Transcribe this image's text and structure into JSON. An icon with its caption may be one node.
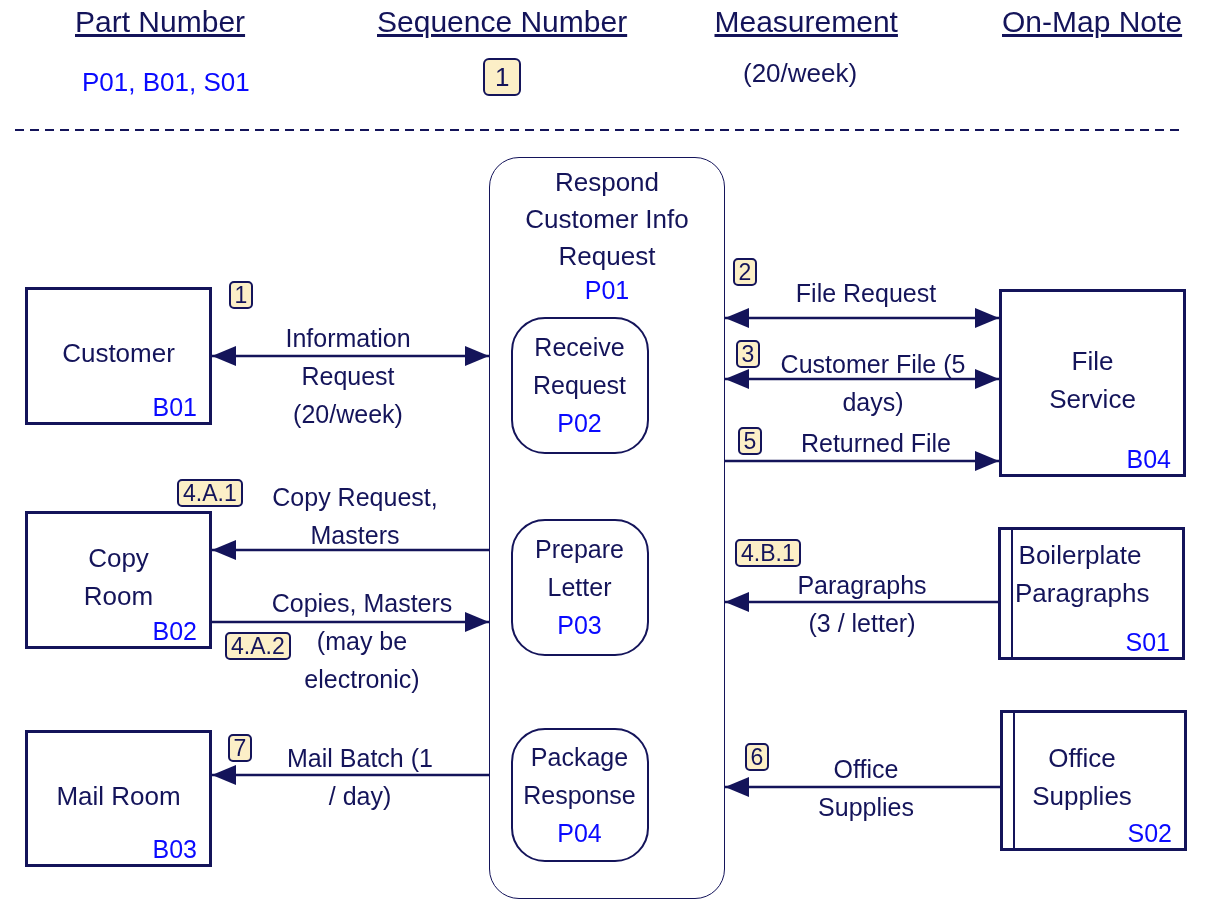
{
  "diagram": {
    "nodes": [
      {
        "text": [
          "Respond Customer Info Request",
          "P01"
        ]
      },
      {
        "text": [
          "Receive Request",
          "P02"
        ],
        "in": 0
      },
      {
        "text": [
          "Prepare Letter",
          "P03"
        ],
        "in": 0
      },
      {
        "text": [
          "Package Response",
          "P04"
        ],
        "in": 0
      },
      {
        "text": [
          "Customer",
          "B01"
        ]
      },
      {
        "text": [
          "Copy Room",
          "B02"
        ]
      },
      {
        "text": [
          "Mail Room",
          "B03"
        ]
      },
      {
        "text": [
          "File Service",
          "B04"
        ]
      },
      {
        "text": [
          "Boilerplate Paragraphs",
          "S01"
        ]
      },
      {
        "text": [
          "Office Supplies",
          "S02"
        ]
      }
    ],
    "edges": [
      {
        "from": 4,
        "to": 0,
        "arrow": "both",
        "label": "Information Request (20/week)"
      },
      {
        "from": 0,
        "to": 7,
        "arrow": "both",
        "label": "File Request"
      },
      {
        "from": 0,
        "to": 7,
        "arrow": "both",
        "label": "Customer File (5 days)"
      },
      {
        "from": 0,
        "to": 7,
        "arrow": "to",
        "label": "Returned File"
      },
      {
        "from": 0,
        "to": 5,
        "arrow": "to",
        "label": "Copy Request, Masters"
      },
      {
        "from": 5,
        "to": 0,
        "arrow": "to",
        "label": "Copies, Masters (may be electronic)"
      },
      {
        "from": 8,
        "to": 0,
        "arrow": "to",
        "label": "Paragraphs (3 / letter)"
      },
      {
        "from": 0,
        "to": 6,
        "arrow": "to",
        "label": "Mail Batch (1 / day)"
      },
      {
        "from": 9,
        "to": 0,
        "arrow": "to",
        "label": "Office Supplies"
      }
    ],
    "labels": [
      "Part Number",
      "Sequence Number",
      "Measurement",
      "On-Map Note",
      "P01, B01, S01",
      "1",
      "(20/week)",
      "2",
      "1",
      "3",
      "5",
      "4.A.1",
      "4.B.1",
      "4.A.2",
      "7",
      "6"
    ]
  }
}
